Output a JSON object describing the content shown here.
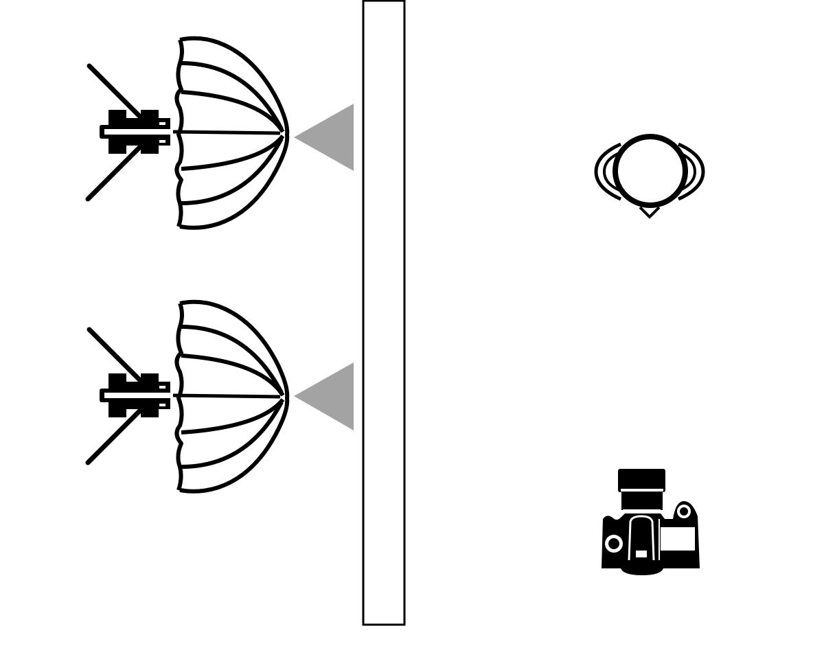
{
  "diagram": {
    "kind": "studio-lighting-setup",
    "view": "top-down",
    "colors": {
      "background": "#ffffff",
      "stroke": "#000000",
      "light_beam": "#a3a3a3",
      "camera_fill": "#000000",
      "camera_detail": "#ffffff"
    },
    "elements": [
      {
        "id": "umbrella-light-top",
        "type": "umbrella-light",
        "icon": "umbrella-light-icon",
        "facing": "right"
      },
      {
        "id": "umbrella-light-bottom",
        "type": "umbrella-light",
        "icon": "umbrella-light-icon",
        "facing": "right"
      },
      {
        "id": "beam-top",
        "type": "light-direction-indicator",
        "icon": "triangle-icon"
      },
      {
        "id": "beam-bottom",
        "type": "light-direction-indicator",
        "icon": "triangle-icon"
      },
      {
        "id": "diffusion-panel",
        "type": "panel",
        "icon": "rectangle-icon"
      },
      {
        "id": "subject",
        "type": "subject-head",
        "icon": "head-top-view-icon",
        "facing": "down"
      },
      {
        "id": "camera",
        "type": "camera",
        "icon": "camera-top-view-icon",
        "facing": "up"
      }
    ]
  }
}
